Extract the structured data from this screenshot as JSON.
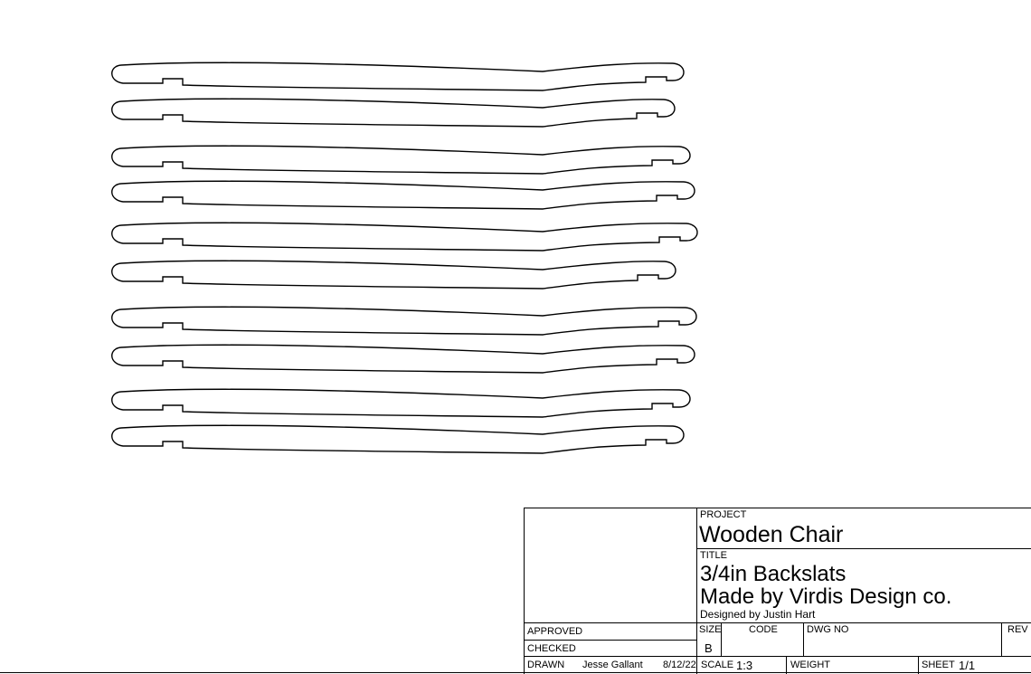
{
  "sheet": {
    "slat_count": 10,
    "line_color": "#000000"
  },
  "title_block": {
    "project_label": "PROJECT",
    "project": "Wooden Chair",
    "title_label": "TITLE",
    "title_line1": "3/4in Backslats",
    "title_line2": "Made by Virdis Design co.",
    "designer": "Designed by Justin Hart",
    "approved_label": "APPROVED",
    "checked_label": "CHECKED",
    "drawn_label": "DRAWN",
    "drawn_by": "Jesse Gallant",
    "drawn_date": "8/12/22",
    "size_label": "SIZE",
    "size": "B",
    "code_label": "CODE",
    "dwg_no_label": "DWG NO",
    "rev_label": "REV",
    "scale_label": "SCALE",
    "scale": "1:3",
    "weight_label": "WEIGHT",
    "sheet_label": "SHEET",
    "sheet_value": "1/1"
  }
}
